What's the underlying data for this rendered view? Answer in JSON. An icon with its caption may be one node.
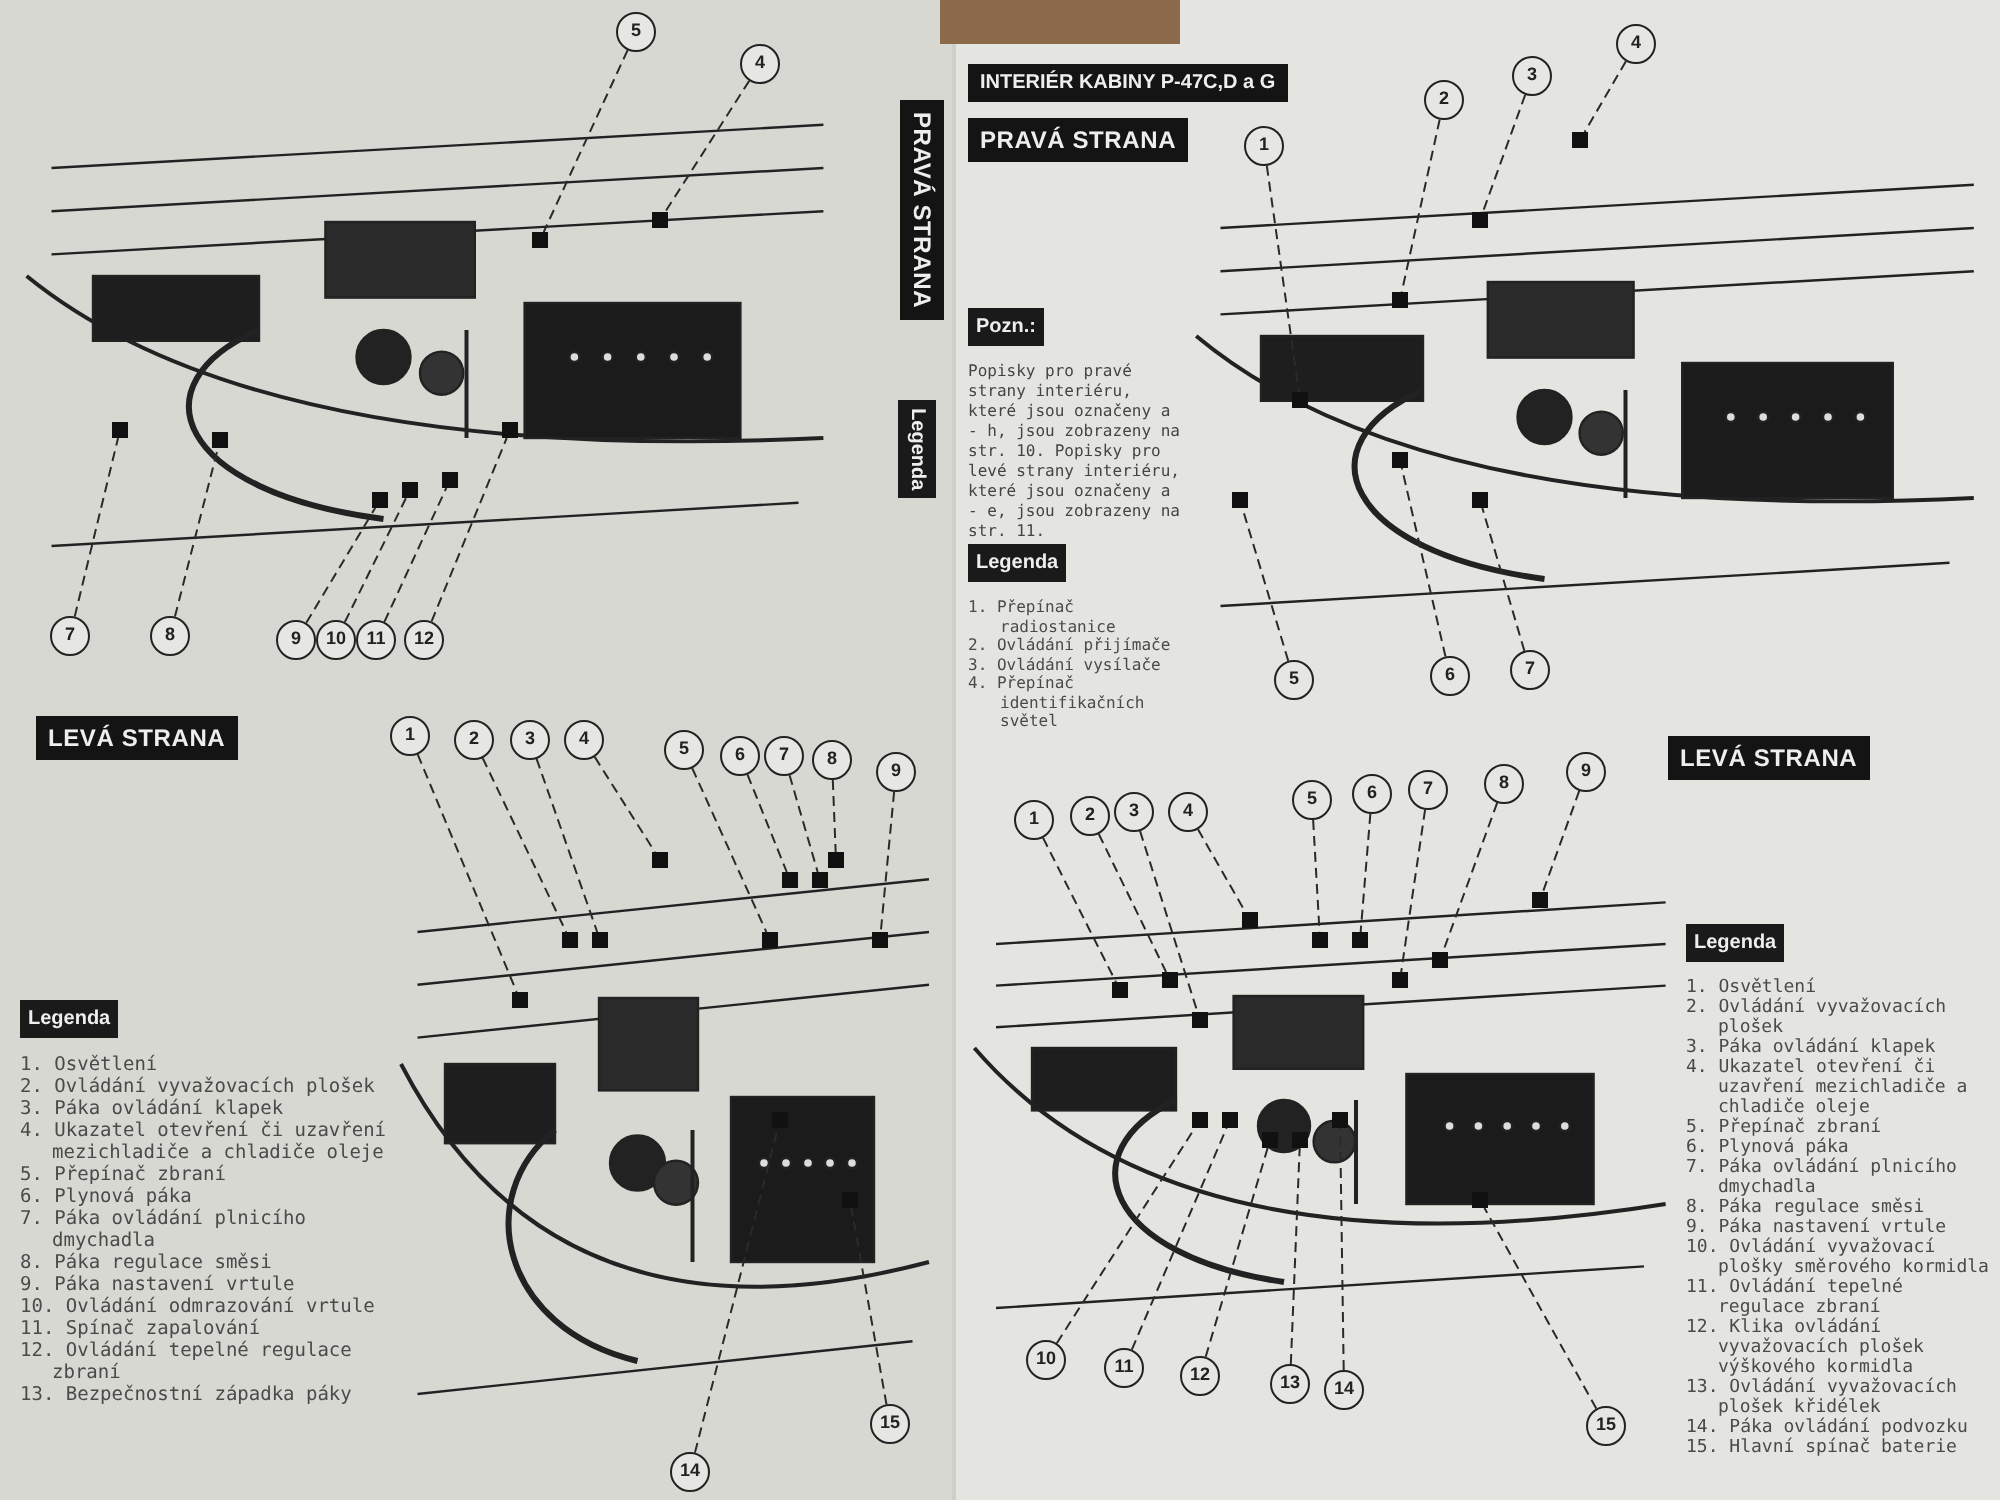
{
  "diagram": {
    "title": "INTERIÉR KABINY P-47C,D a G",
    "nodes": [
      {
        "text": [
          "5"
        ]
      },
      {
        "text": [
          "4"
        ]
      },
      {
        "text": [
          "7"
        ]
      },
      {
        "text": [
          "8"
        ]
      },
      {
        "text": [
          "9"
        ]
      },
      {
        "text": [
          "10"
        ]
      },
      {
        "text": [
          "11"
        ]
      },
      {
        "text": [
          "12"
        ]
      },
      {
        "text": [
          "1"
        ]
      },
      {
        "text": [
          "2"
        ]
      },
      {
        "text": [
          "3"
        ]
      },
      {
        "text": [
          "4"
        ]
      },
      {
        "text": [
          "5"
        ]
      },
      {
        "text": [
          "6"
        ]
      },
      {
        "text": [
          "7"
        ]
      },
      {
        "text": [
          "8"
        ]
      },
      {
        "text": [
          "9"
        ]
      },
      {
        "text": [
          "14"
        ]
      },
      {
        "text": [
          "15"
        ]
      },
      {
        "text": [
          "1"
        ]
      },
      {
        "text": [
          "2"
        ]
      },
      {
        "text": [
          "3"
        ]
      },
      {
        "text": [
          "4"
        ]
      },
      {
        "text": [
          "5"
        ]
      },
      {
        "text": [
          "6"
        ]
      },
      {
        "text": [
          "7"
        ]
      },
      {
        "text": [
          "1"
        ]
      },
      {
        "text": [
          "2"
        ]
      },
      {
        "text": [
          "3"
        ]
      },
      {
        "text": [
          "4"
        ]
      },
      {
        "text": [
          "5"
        ]
      },
      {
        "text": [
          "6"
        ]
      },
      {
        "text": [
          "7"
        ]
      },
      {
        "text": [
          "8"
        ]
      },
      {
        "text": [
          "9"
        ]
      },
      {
        "text": [
          "10"
        ]
      },
      {
        "text": [
          "11"
        ]
      },
      {
        "text": [
          "12"
        ]
      },
      {
        "text": [
          "13"
        ]
      },
      {
        "text": [
          "14"
        ]
      },
      {
        "text": [
          "15"
        ]
      },
      {
        "text": [],
        "shape": "box"
      },
      {
        "text": [],
        "shape": "box"
      },
      {
        "text": [],
        "shape": "box"
      },
      {
        "text": [],
        "shape": "box"
      },
      {
        "text": [],
        "shape": "box"
      },
      {
        "text": [],
        "shape": "box"
      },
      {
        "text": [],
        "shape": "box"
      },
      {
        "text": [],
        "shape": "box"
      },
      {
        "text": [],
        "shape": "box"
      },
      {
        "text": [],
        "shape": "box"
      },
      {
        "text": [],
        "shape": "box"
      },
      {
        "text": [],
        "shape": "box"
      },
      {
        "text": [],
        "shape": "box"
      },
      {
        "text": [],
        "shape": "box"
      },
      {
        "text": [],
        "shape": "box"
      },
      {
        "text": [],
        "shape": "box"
      },
      {
        "text": [],
        "shape": "box"
      },
      {
        "text": [],
        "shape": "box"
      },
      {
        "text": [],
        "shape": "box"
      },
      {
        "text": [],
        "shape": "box"
      },
      {
        "text": [],
        "shape": "box"
      },
      {
        "text": [],
        "shape": "box"
      },
      {
        "text": [],
        "shape": "box"
      },
      {
        "text": [],
        "shape": "box"
      },
      {
        "text": [],
        "shape": "box"
      },
      {
        "text": [],
        "shape": "box"
      },
      {
        "text": [],
        "shape": "box"
      },
      {
        "text": [],
        "shape": "box"
      },
      {
        "text": [],
        "shape": "box"
      },
      {
        "text": [],
        "shape": "box"
      },
      {
        "text": [],
        "shape": "box"
      },
      {
        "text": [],
        "shape": "box"
      },
      {
        "text": [],
        "shape": "box"
      },
      {
        "text": [],
        "shape": "box"
      },
      {
        "text": [],
        "shape": "box"
      },
      {
        "text": [],
        "shape": "box"
      },
      {
        "text": [],
        "shape": "box"
      },
      {
        "text": [],
        "shape": "box"
      },
      {
        "text": [],
        "shape": "box"
      },
      {
        "text": [],
        "shape": "box"
      },
      {
        "text": [],
        "shape": "box"
      }
    ],
    "edges": [
      {
        "from": 0,
        "to": 41,
        "arrow": "none",
        "style": "dashed"
      },
      {
        "from": 1,
        "to": 42,
        "arrow": "none",
        "style": "dashed"
      },
      {
        "from": 2,
        "to": 43,
        "arrow": "none",
        "style": "dashed"
      },
      {
        "from": 3,
        "to": 44,
        "arrow": "none",
        "style": "dashed"
      },
      {
        "from": 4,
        "to": 45,
        "arrow": "none",
        "style": "dashed"
      },
      {
        "from": 5,
        "to": 46,
        "arrow": "none",
        "style": "dashed"
      },
      {
        "from": 6,
        "to": 47,
        "arrow": "none",
        "style": "dashed"
      },
      {
        "from": 7,
        "to": 48,
        "arrow": "none",
        "style": "dashed"
      },
      {
        "from": 8,
        "to": 49,
        "arrow": "none",
        "style": "dashed"
      },
      {
        "from": 9,
        "to": 50,
        "arrow": "none",
        "style": "dashed"
      },
      {
        "from": 10,
        "to": 51,
        "arrow": "none",
        "style": "dashed"
      },
      {
        "from": 11,
        "to": 52,
        "arrow": "none",
        "style": "dashed"
      },
      {
        "from": 12,
        "to": 53,
        "arrow": "none",
        "style": "dashed"
      },
      {
        "from": 13,
        "to": 54,
        "arrow": "none",
        "style": "dashed"
      },
      {
        "from": 14,
        "to": 55,
        "arrow": "none",
        "style": "dashed"
      },
      {
        "from": 15,
        "to": 56,
        "arrow": "none",
        "style": "dashed"
      },
      {
        "from": 16,
        "to": 57,
        "arrow": "none",
        "style": "dashed"
      },
      {
        "from": 17,
        "to": 58,
        "arrow": "none",
        "style": "dashed"
      },
      {
        "from": 18,
        "to": 59,
        "arrow": "none",
        "style": "dashed"
      },
      {
        "from": 19,
        "to": 60,
        "arrow": "none",
        "style": "dashed"
      },
      {
        "from": 20,
        "to": 61,
        "arrow": "none",
        "style": "dashed"
      },
      {
        "from": 21,
        "to": 62,
        "arrow": "none",
        "style": "dashed"
      },
      {
        "from": 22,
        "to": 63,
        "arrow": "none",
        "style": "dashed"
      },
      {
        "from": 23,
        "to": 64,
        "arrow": "none",
        "style": "dashed"
      },
      {
        "from": 24,
        "to": 65,
        "arrow": "none",
        "style": "dashed"
      },
      {
        "from": 25,
        "to": 66,
        "arrow": "none",
        "style": "dashed"
      },
      {
        "from": 26,
        "to": 67,
        "arrow": "none",
        "style": "dashed"
      },
      {
        "from": 27,
        "to": 68,
        "arrow": "none",
        "style": "dashed"
      },
      {
        "from": 28,
        "to": 69,
        "arrow": "none",
        "style": "dashed"
      },
      {
        "from": 29,
        "to": 70,
        "arrow": "none",
        "style": "dashed"
      },
      {
        "from": 30,
        "to": 71,
        "arrow": "none",
        "style": "dashed"
      },
      {
        "from": 31,
        "to": 72,
        "arrow": "none",
        "style": "dashed"
      },
      {
        "from": 32,
        "to": 73,
        "arrow": "none",
        "style": "dashed"
      },
      {
        "from": 33,
        "to": 74,
        "arrow": "none",
        "style": "dashed"
      },
      {
        "from": 34,
        "to": 75,
        "arrow": "none",
        "style": "dashed"
      },
      {
        "from": 35,
        "to": 76,
        "arrow": "none",
        "style": "dashed"
      },
      {
        "from": 36,
        "to": 77,
        "arrow": "none",
        "style": "dashed"
      },
      {
        "from": 37,
        "to": 78,
        "arrow": "none",
        "style": "dashed"
      },
      {
        "from": 38,
        "to": 79,
        "arrow": "none",
        "style": "dashed"
      },
      {
        "from": 39,
        "to": 80,
        "arrow": "none",
        "style": "dashed"
      },
      {
        "from": 40,
        "to": 81,
        "arrow": "none",
        "style": "dashed"
      }
    ],
    "labels": [
      "PRAVÁ STRANA",
      "Legenda",
      "LEVÁ STRANA",
      "Legenda",
      "1. Osvětlení",
      "2. Ovládání vyvažovacích plošek",
      "3. Páka ovládání klapek",
      "4. Ukazatel otevření či uzavření mezichladiče a chladiče oleje",
      "5. Přepínač zbraní",
      "6. Plynová páka",
      "7. Páka ovládání plnicího dmychadla",
      "8. Páka regulace směsi",
      "9. Páka nastavení vrtule",
      "10. Ovládání odmrazování vrtule",
      "11. Spínač zapalování",
      "12. Ovládání tepelné regulace zbraní",
      "13. Bezpečnostní západka páky",
      "PRAVÁ STRANA",
      "Pozn.:",
      "Popisky pro pravé strany interiéru, které jsou označeny a - h, jsou zobrazeny na str. 10. Popisky pro levé strany interiéru, které jsou označeny a - e, jsou zobrazeny na str. 11.",
      "Legenda",
      "1. Přepínač radiostanice",
      "2. Ovládání přijímače",
      "3. Ovládání vysílače",
      "4. Přepínač identifikačních světel",
      "LEVÁ STRANA",
      "Legenda",
      "1. Osvětlení",
      "2. Ovládání vyvažovacích plošek",
      "3. Páka ovládání klapek",
      "4. Ukazatel otevření či uzavření mezichladiče a chladiče oleje",
      "5. Přepínač zbraní",
      "6. Plynová páka",
      "7. Páka ovládání plnicího dmychadla",
      "8. Páka regulace směsi",
      "9. Páka nastavení vrtule",
      "10. Ovládání vyvažovací plošky směrového kormidla",
      "11. Ovládání tepelné regulace zbraní",
      "12. Klika ovládání vyvažovacích plošek výškového kormidla",
      "13. Ovládání vyvažovacích plošek křidélek",
      "14. Páka ovládání podvozku",
      "15. Hlavní spínač baterie"
    ]
  }
}
